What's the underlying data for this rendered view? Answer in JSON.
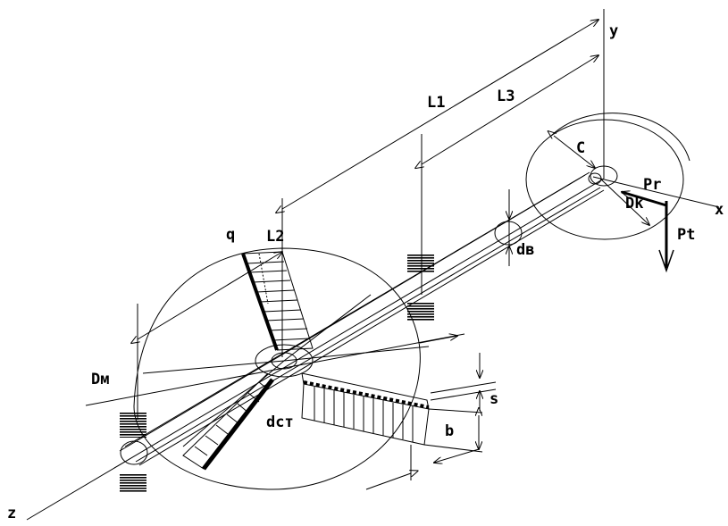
{
  "labels": {
    "y": "y",
    "x": "x",
    "z": "z",
    "L1": "L1",
    "L2": "L2",
    "L3": "L3",
    "C": "C",
    "Pr": "Pr",
    "Pt": "Pt",
    "Dk": "Dk",
    "dv": "dв",
    "q": "q",
    "Dm": "Dм",
    "dst": "dcт",
    "s": "s",
    "b": "b"
  },
  "colors": {
    "line": "#000000",
    "background": "#ffffff"
  }
}
